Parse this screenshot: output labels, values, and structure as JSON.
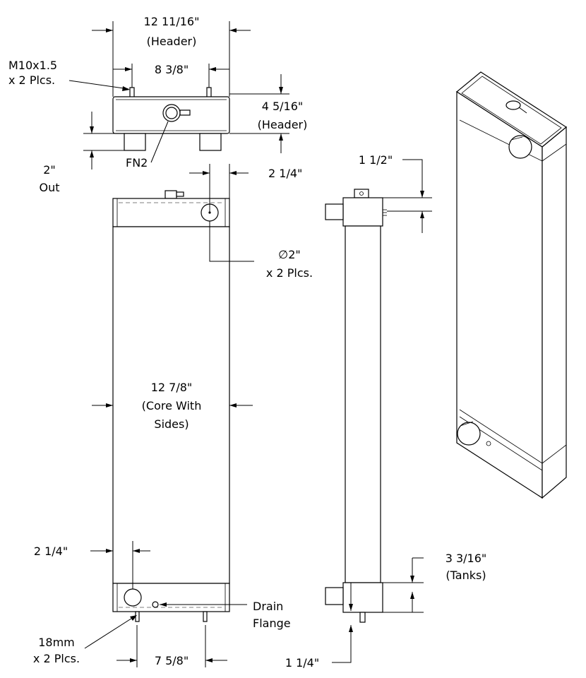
{
  "dims": {
    "header_width": "12 11/16\"",
    "header_width_note": "(Header)",
    "mount_spacing": "8 3/8\"",
    "thread": "M10x1.5",
    "thread_qty": "x 2 Plcs.",
    "header_height": "4 5/16\"",
    "header_height_note": "(Header)",
    "outlet_size": "2\"",
    "outlet_note": "Out",
    "fill_neck": "FN2",
    "port_offset_top": "2 1/4\"",
    "port_dia": "∅2\"",
    "port_qty": "x 2 Plcs.",
    "core_width": "12 7/8\"",
    "core_note_1": "(Core With",
    "core_note_2": "Sides)",
    "port_offset_bottom": "2 1/4\"",
    "drain_1": "Drain",
    "drain_2": "Flange",
    "stud_size": "18mm",
    "stud_qty": "x 2 Plcs.",
    "stud_spacing": "7 5/8\"",
    "side_top_offset": "1 1/2\"",
    "tank_height": "3 3/16\"",
    "tank_note": "(Tanks)",
    "side_bottom_offset": "1 1/4\""
  }
}
